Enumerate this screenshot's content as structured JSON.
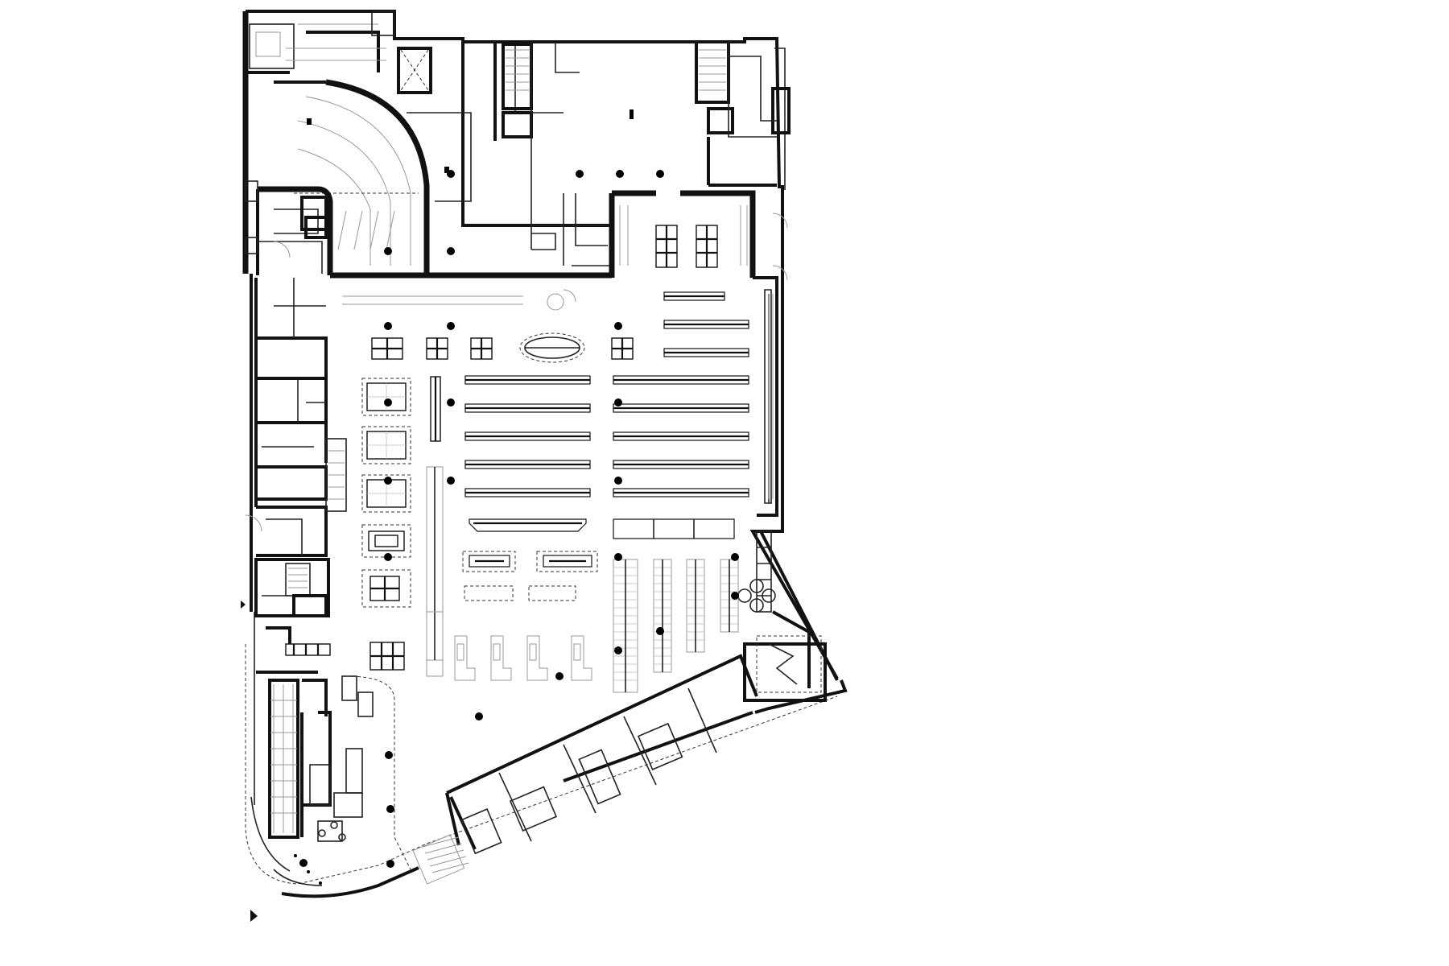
{
  "drawing": {
    "type": "architectural floor plan",
    "background": "#ffffff",
    "line_color": "#111111",
    "entrance_markers": [
      "triangle-marker",
      "triangle-marker"
    ]
  }
}
